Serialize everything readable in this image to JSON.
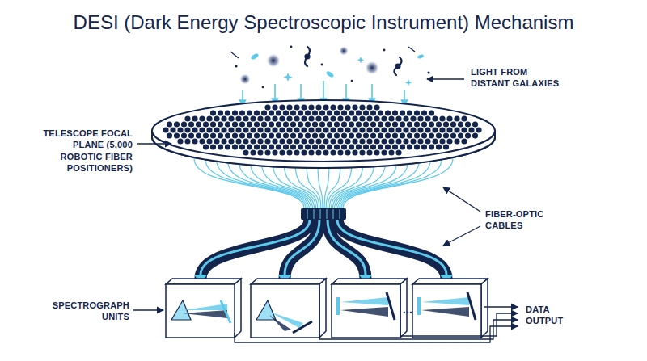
{
  "diagram": {
    "title": "DESI (Dark Energy Spectroscopic Instrument) Mechanism",
    "labels": [
      "LIGHT FROM DISTANT GALAXIES",
      "TELESCOPE FOCAL PLANE (5,000 ROBOTIC FIBER POSITIONERS)",
      "FIBER-OPTIC CABLES",
      "SPECTROGRAPH UNITS",
      "...",
      "DATA OUTPUT"
    ]
  }
}
